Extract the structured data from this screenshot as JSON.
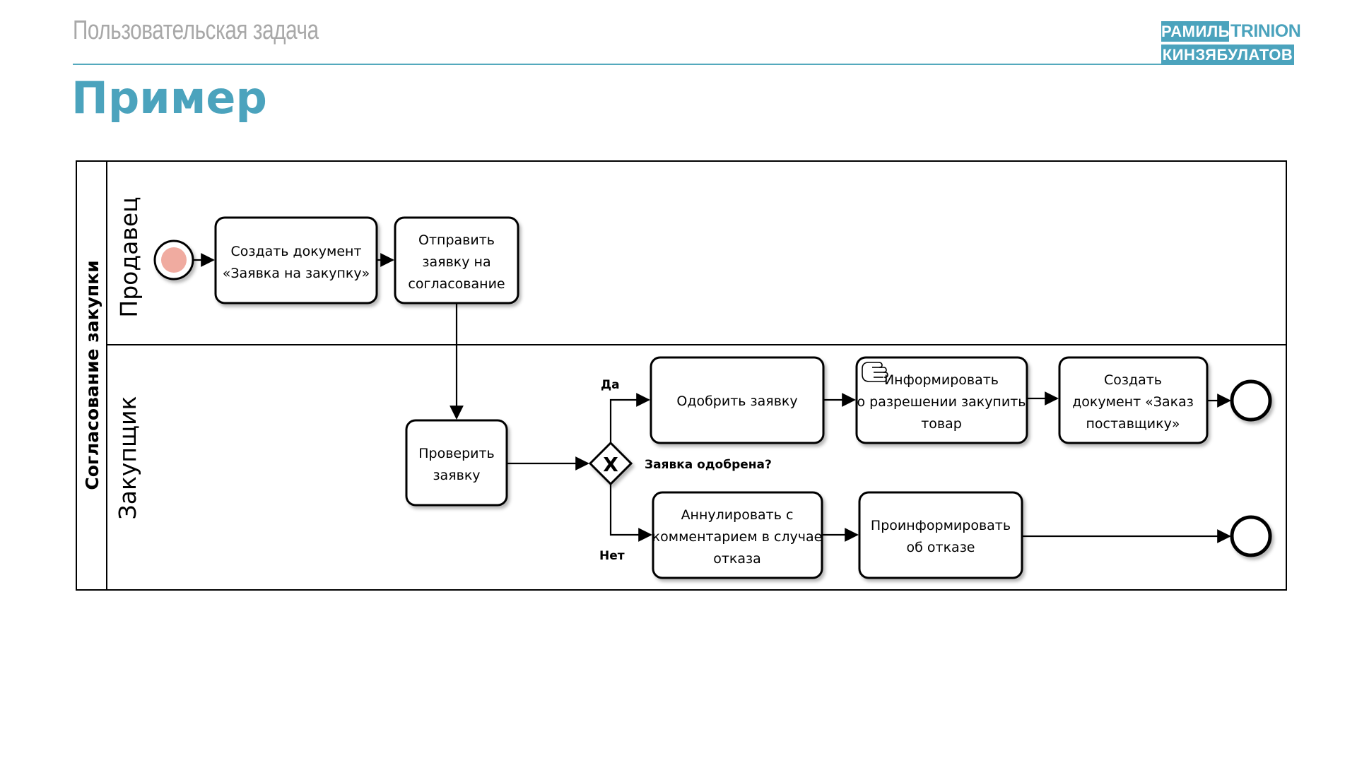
{
  "header": {
    "section": "Пользовательская задача",
    "title": "Пример"
  },
  "logo": {
    "name_first": "РАМИЛЬ",
    "brand": "TRINION",
    "name_last": "КИНЗЯБУЛАТОВ"
  },
  "colors": {
    "accent": "#4ba3bd",
    "muted": "#a8a8a8",
    "start_event_fill": "#f0aba0"
  },
  "diagram": {
    "pool": {
      "label": "Согласование закупки"
    },
    "lanes": [
      {
        "label": "Продавец"
      },
      {
        "label": "Закупщик"
      }
    ],
    "tasks": {
      "create_request": [
        "Создать документ",
        "«Заявка на закупку»"
      ],
      "send_request": [
        "Отправить",
        "заявку на",
        "согласование"
      ],
      "check_request": [
        "Проверить",
        "заявку"
      ],
      "approve_request": [
        "Одобрить заявку"
      ],
      "inform_approval": [
        "Информировать",
        "о разрешении закупить",
        "товар"
      ],
      "create_order": [
        "Создать",
        "документ «Заказ",
        "поставщику»"
      ],
      "cancel_request": [
        "Аннулировать с",
        "комментарием в случае",
        "отказа"
      ],
      "inform_refusal": [
        "Проинформировать",
        "об отказе"
      ]
    },
    "gateway": {
      "symbol": "X",
      "label": "Заявка одобрена?"
    },
    "flows": {
      "yes": "Да",
      "no": "Нет"
    }
  }
}
